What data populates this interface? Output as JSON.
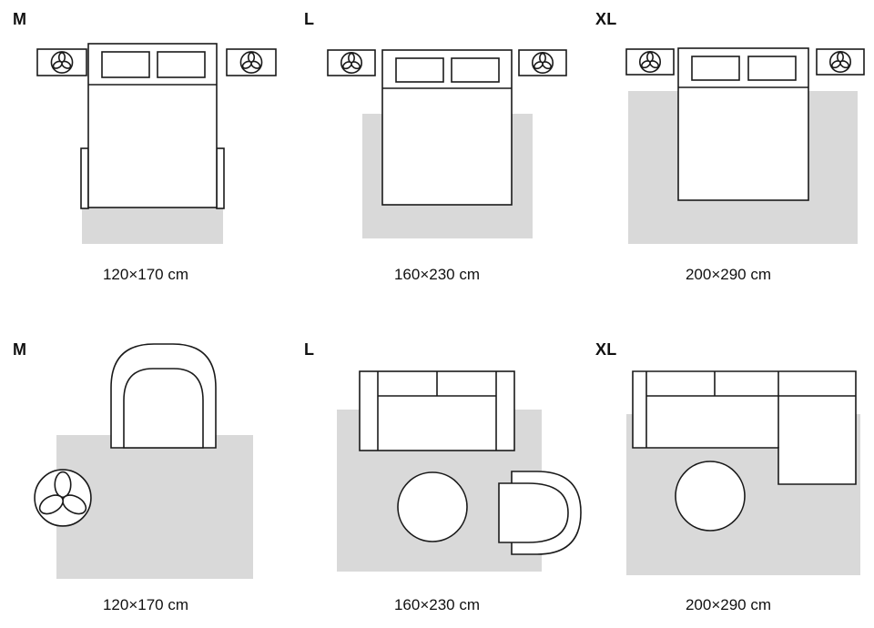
{
  "colors": {
    "background": "#ffffff",
    "rug_fill": "#d9d9d9",
    "line": "#1a1a1a",
    "text": "#111111"
  },
  "rows": [
    {
      "scene": "bedroom",
      "panels": [
        {
          "size_label": "M",
          "dimensions": "120×170 cm"
        },
        {
          "size_label": "L",
          "dimensions": "160×230 cm"
        },
        {
          "size_label": "XL",
          "dimensions": "200×290 cm"
        }
      ]
    },
    {
      "scene": "living-room",
      "panels": [
        {
          "size_label": "M",
          "dimensions": "120×170 cm"
        },
        {
          "size_label": "L",
          "dimensions": "160×230 cm"
        },
        {
          "size_label": "XL",
          "dimensions": "200×290 cm"
        }
      ]
    }
  ],
  "icons": {
    "plant": "plant-icon",
    "bed": "bed-top-view",
    "nightstand": "nightstand",
    "sofa": "sofa-top-view",
    "sectional_sofa": "sectional-sofa-top-view",
    "armchair": "armchair-top-view",
    "coffee_table": "round-table",
    "rug": "rug-rectangle"
  }
}
